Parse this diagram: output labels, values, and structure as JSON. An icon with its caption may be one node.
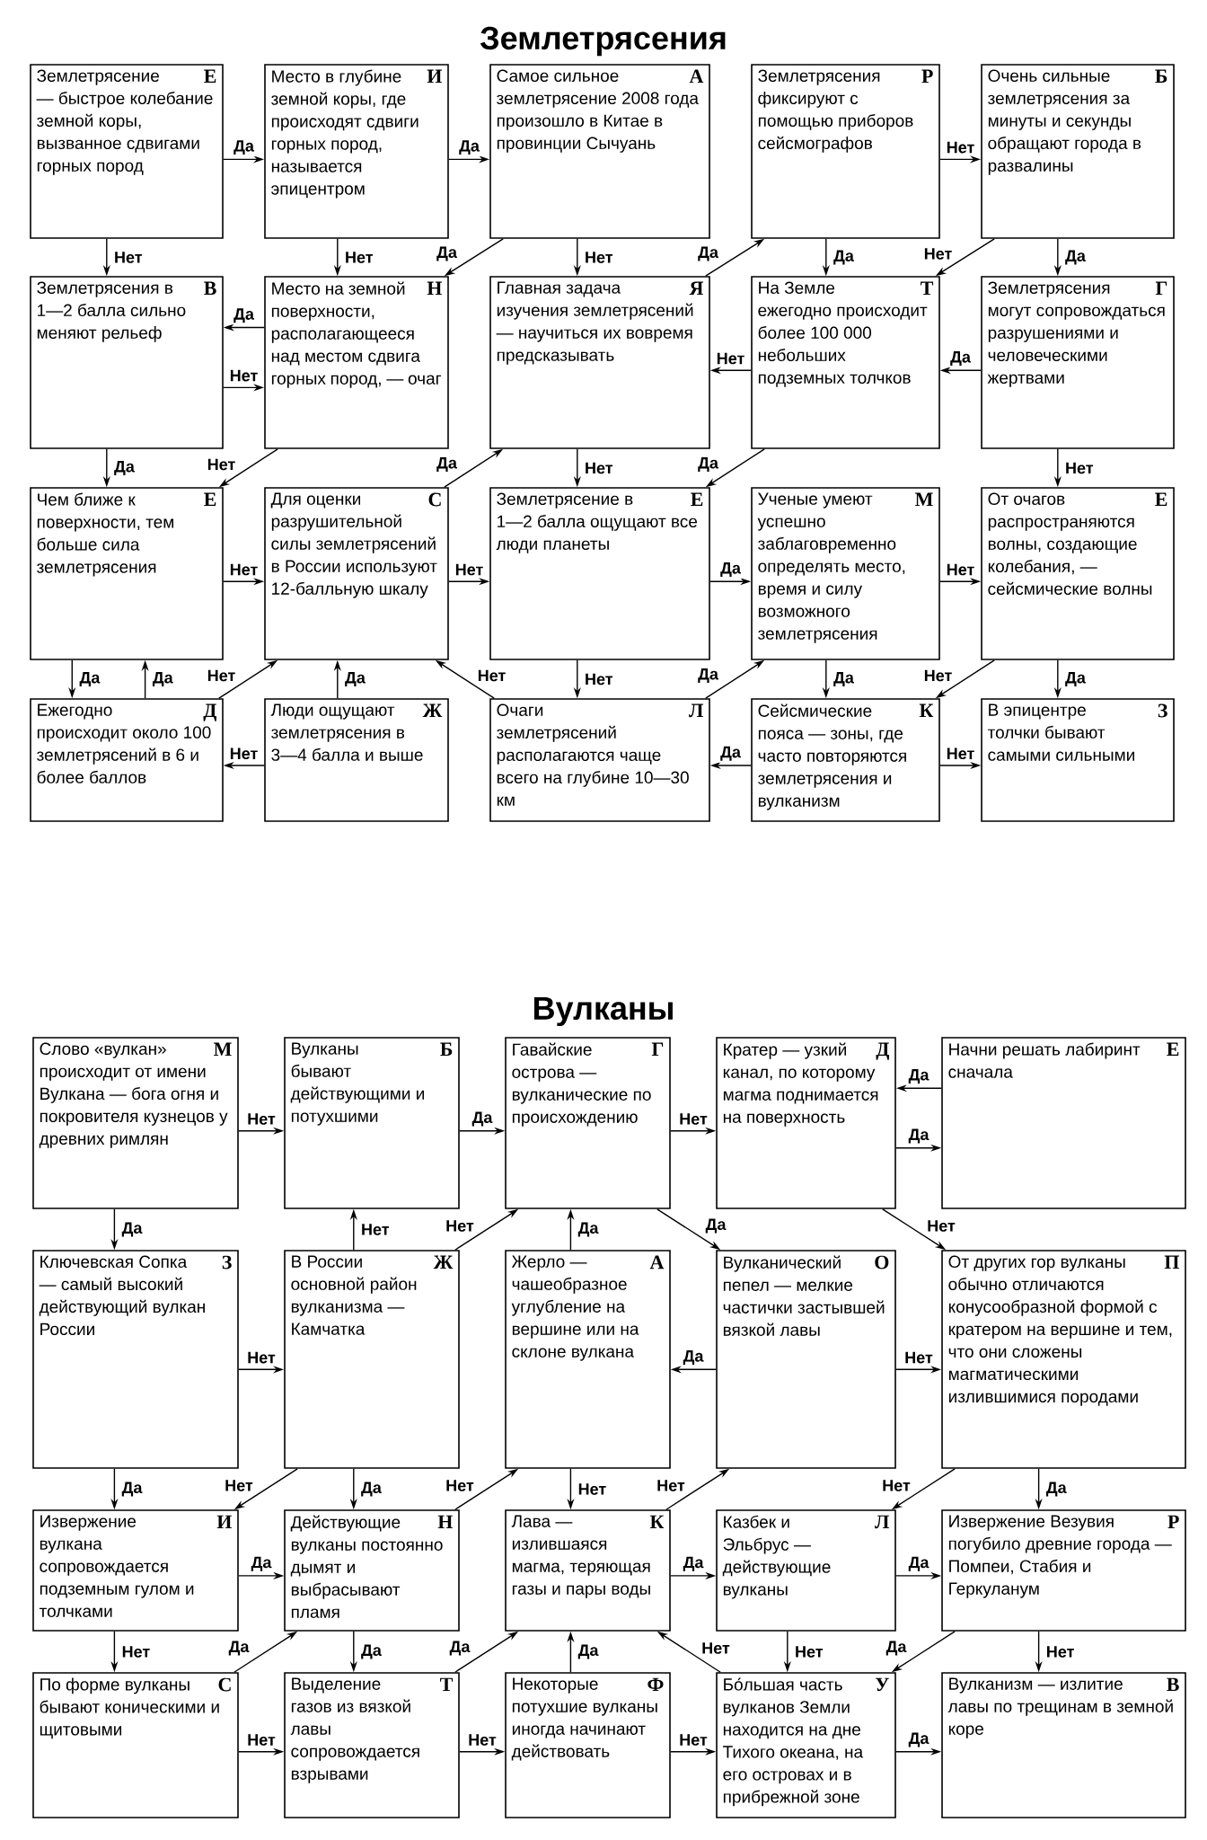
{
  "diagram": {
    "title": "Землетрясения",
    "nodes": [
      {
        "text": [
          "Землетрясение — быстрое колебание земной коры, вызванное сдвигами горных пород",
          "Е"
        ]
      },
      {
        "text": [
          "Место в глубине земной коры, где происходят сдвиги горных пород, называется эпицентром",
          "И"
        ]
      },
      {
        "text": [
          "Самое сильное землетрясение 2008 года произошло в Китае в провинции Сычуань",
          "А"
        ]
      },
      {
        "text": [
          "Землетрясения фиксируют с помощью приборов сейсмографов",
          "Р"
        ]
      },
      {
        "text": [
          "Очень сильные землетрясения за минуты и секунды обращают города в развалины",
          "Б"
        ]
      },
      {
        "text": [
          "Землетрясения в 1—2 балла сильно меняют рельеф",
          "В"
        ]
      },
      {
        "text": [
          "Место на земной поверхности, располагающееся над местом сдвига горных пород, — очаг",
          "Н"
        ]
      },
      {
        "text": [
          "Главная задача изучения землетрясений — научиться их вовремя предсказывать",
          "Я"
        ]
      },
      {
        "text": [
          "На Земле ежегодно происходит более 100 000 небольших подземных толчков",
          "Т"
        ]
      },
      {
        "text": [
          "Землетрясения могут сопровождаться разрушениями и человеческими жертвами",
          "Г"
        ]
      },
      {
        "text": [
          "Чем ближе к поверхности, тем больше сила землетрясения",
          "Е"
        ]
      },
      {
        "text": [
          "Для оценки разрушительной силы землетрясений в России используют 12-балльную шкалу",
          "С"
        ]
      },
      {
        "text": [
          "Землетрясение в 1—2 балла ощущают все люди планеты",
          "Е"
        ]
      },
      {
        "text": [
          "Ученые умеют успешно заблаговременно определять место, время и силу возможного землетрясения",
          "М"
        ]
      },
      {
        "text": [
          "От очагов распространяются волны, создающие колебания, — сейсмические волны",
          "Е"
        ]
      },
      {
        "text": [
          "Ежегодно происходит около 100 землетрясений в 6 и более баллов",
          "Д"
        ]
      },
      {
        "text": [
          "Люди ощущают землетрясения в 3—4 балла и выше",
          "Ж"
        ]
      },
      {
        "text": [
          "Очаги землетрясений располагаются чаще всего на глубине 10—30 км",
          "Л"
        ]
      },
      {
        "text": [
          "Сейсмические пояса — зоны, где часто повторяются землетрясения и вулканизм",
          "К"
        ]
      },
      {
        "text": [
          "В эпицентре толчки бывают самыми сильными",
          "З"
        ]
      },
      {
        "text": [
          "Слово «вулкан» происходит от имени Вулкана — бога огня и покровителя кузнецов у древних римлян",
          "М"
        ]
      },
      {
        "text": [
          "Вулканы бывают действующими и потухшими",
          "Б"
        ]
      },
      {
        "text": [
          "Гавайские острова — вулканические по происхождению",
          "Г"
        ]
      },
      {
        "text": [
          "Кратер — узкий канал, по которому магма поднимается на поверхность",
          "Д"
        ]
      },
      {
        "text": [
          "Начни решать лабиринт сначала",
          "Е"
        ]
      },
      {
        "text": [
          "Ключевская Сопка — самый высокий действующий вулкан России",
          "З"
        ]
      },
      {
        "text": [
          "В России основной район вулканизма — Камчатка",
          "Ж"
        ]
      },
      {
        "text": [
          "Жерло — чашеобразное углубление на вершине или на склоне вулкана",
          "А"
        ]
      },
      {
        "text": [
          "Вулканический пепел — мелкие частички застывшей вязкой лавы",
          "О"
        ]
      },
      {
        "text": [
          "От других гор вулканы обычно отличаются конусообразной формой с кратером на вершине и тем, что они сложены магматическими излившимися породами",
          "П"
        ]
      },
      {
        "text": [
          "Извержение вулкана сопровождается подземным гулом и толчками",
          "И"
        ]
      },
      {
        "text": [
          "Действующие вулканы постоянно дымят и выбрасывают пламя",
          "Н"
        ]
      },
      {
        "text": [
          "Лава — излившаяся магма, теряющая газы и пары воды",
          "К"
        ]
      },
      {
        "text": [
          "Казбек и Эльбрус — действующие вулканы",
          "Л"
        ]
      },
      {
        "text": [
          "Извержение Везувия погубило древние города — Помпеи, Стабия и Геркуланум",
          "Р"
        ]
      },
      {
        "text": [
          "По форме вулканы бывают коническими и щитовыми",
          "С"
        ]
      },
      {
        "text": [
          "Выделение газов из вязкой лавы сопровождается взрывами",
          "Т"
        ]
      },
      {
        "text": [
          "Некоторые потухшие вулканы иногда начинают действовать",
          "Ф"
        ]
      },
      {
        "text": [
          "Бо́льшая часть вулканов Земли находится на дне Тихого океана, на его островах и в прибрежной зоне",
          "У"
        ]
      },
      {
        "text": [
          "Вулканизм — излитие лавы по трещинам в земной коре",
          "В"
        ]
      }
    ],
    "edges": [
      {
        "from": 0,
        "to": 1,
        "arrow": "to",
        "label": "Да"
      },
      {
        "from": 1,
        "to": 2,
        "arrow": "to",
        "label": "Да"
      },
      {
        "from": 0,
        "to": 5,
        "arrow": "to",
        "label": "Нет"
      },
      {
        "from": 1,
        "to": 6,
        "arrow": "to",
        "label": "Нет"
      },
      {
        "from": 2,
        "to": 6,
        "arrow": "to",
        "label": "Да"
      },
      {
        "from": 2,
        "to": 7,
        "arrow": "to",
        "label": "Нет"
      },
      {
        "from": 7,
        "to": 3,
        "arrow": "to",
        "label": "Да"
      },
      {
        "from": 3,
        "to": 4,
        "arrow": "to",
        "label": "Нет"
      },
      {
        "from": 3,
        "to": 8,
        "arrow": "to",
        "label": "Да"
      },
      {
        "from": 4,
        "to": 8,
        "arrow": "to",
        "label": "Нет"
      },
      {
        "from": 4,
        "to": 9,
        "arrow": "to",
        "label": "Да"
      },
      {
        "from": 6,
        "to": 5,
        "arrow": "to",
        "label": "Да"
      },
      {
        "from": 5,
        "to": 6,
        "arrow": "to",
        "label": "Нет"
      },
      {
        "from": 8,
        "to": 7,
        "arrow": "to",
        "label": "Нет"
      },
      {
        "from": 9,
        "to": 8,
        "arrow": "to",
        "label": "Да"
      },
      {
        "from": 5,
        "to": 10,
        "arrow": "to",
        "label": "Да"
      },
      {
        "from": 6,
        "to": 10,
        "arrow": "to",
        "label": "Нет"
      },
      {
        "from": 11,
        "to": 7,
        "arrow": "to",
        "label": "Да"
      },
      {
        "from": 7,
        "to": 12,
        "arrow": "to",
        "label": "Нет"
      },
      {
        "from": 8,
        "to": 12,
        "arrow": "to",
        "label": "Да"
      },
      {
        "from": 9,
        "to": 14,
        "arrow": "to",
        "label": "Нет"
      },
      {
        "from": 10,
        "to": 11,
        "arrow": "to",
        "label": "Нет"
      },
      {
        "from": 11,
        "to": 12,
        "arrow": "to",
        "label": "Нет"
      },
      {
        "from": 12,
        "to": 13,
        "arrow": "to",
        "label": "Да"
      },
      {
        "from": 13,
        "to": 14,
        "arrow": "to",
        "label": "Нет"
      },
      {
        "from": 10,
        "to": 15,
        "arrow": "to",
        "label": "Да"
      },
      {
        "from": 15,
        "to": 10,
        "arrow": "to",
        "label": "Да"
      },
      {
        "from": 15,
        "to": 11,
        "arrow": "to",
        "label": "Нет"
      },
      {
        "from": 16,
        "to": 11,
        "arrow": "to",
        "label": "Да"
      },
      {
        "from": 17,
        "to": 11,
        "arrow": "to",
        "label": "Нет"
      },
      {
        "from": 12,
        "to": 17,
        "arrow": "to",
        "label": "Нет"
      },
      {
        "from": 17,
        "to": 13,
        "arrow": "to",
        "label": "Да"
      },
      {
        "from": 13,
        "to": 18,
        "arrow": "to",
        "label": "Да"
      },
      {
        "from": 14,
        "to": 18,
        "arrow": "to",
        "label": "Нет"
      },
      {
        "from": 14,
        "to": 19,
        "arrow": "to",
        "label": "Да"
      },
      {
        "from": 16,
        "to": 15,
        "arrow": "to",
        "label": "Нет"
      },
      {
        "from": 18,
        "to": 17,
        "arrow": "to",
        "label": "Да"
      },
      {
        "from": 18,
        "to": 19,
        "arrow": "to",
        "label": "Нет"
      },
      {
        "from": 20,
        "to": 21,
        "arrow": "to",
        "label": "Нет"
      },
      {
        "from": 21,
        "to": 22,
        "arrow": "to",
        "label": "Да"
      },
      {
        "from": 22,
        "to": 23,
        "arrow": "to",
        "label": "Нет"
      },
      {
        "from": 24,
        "to": 23,
        "arrow": "to",
        "label": "Да"
      },
      {
        "from": 23,
        "to": 24,
        "arrow": "to",
        "label": "Да"
      },
      {
        "from": 20,
        "to": 25,
        "arrow": "to",
        "label": "Да"
      },
      {
        "from": 26,
        "to": 21,
        "arrow": "to",
        "label": "Нет"
      },
      {
        "from": 26,
        "to": 22,
        "arrow": "to",
        "label": "Нет"
      },
      {
        "from": 27,
        "to": 22,
        "arrow": "to",
        "label": "Да"
      },
      {
        "from": 22,
        "to": 28,
        "arrow": "to",
        "label": "Да"
      },
      {
        "from": 23,
        "to": 29,
        "arrow": "to",
        "label": "Нет"
      },
      {
        "from": 25,
        "to": 26,
        "arrow": "to",
        "label": "Нет"
      },
      {
        "from": 28,
        "to": 27,
        "arrow": "to",
        "label": "Да"
      },
      {
        "from": 28,
        "to": 29,
        "arrow": "to",
        "label": "Нет"
      },
      {
        "from": 25,
        "to": 30,
        "arrow": "to",
        "label": "Да"
      },
      {
        "from": 26,
        "to": 30,
        "arrow": "to",
        "label": "Нет"
      },
      {
        "from": 26,
        "to": 31,
        "arrow": "to",
        "label": "Да"
      },
      {
        "from": 31,
        "to": 27,
        "arrow": "to",
        "label": "Нет"
      },
      {
        "from": 27,
        "to": 32,
        "arrow": "to",
        "label": "Нет"
      },
      {
        "from": 32,
        "to": 28,
        "arrow": "to",
        "label": "Нет"
      },
      {
        "from": 29,
        "to": 33,
        "arrow": "to",
        "label": "Нет"
      },
      {
        "from": 29,
        "to": 34,
        "arrow": "to",
        "label": "Да"
      },
      {
        "from": 30,
        "to": 31,
        "arrow": "to",
        "label": "Да"
      },
      {
        "from": 32,
        "to": 33,
        "arrow": "to",
        "label": "Да"
      },
      {
        "from": 33,
        "to": 34,
        "arrow": "to",
        "label": "Да"
      },
      {
        "from": 30,
        "to": 35,
        "arrow": "to",
        "label": "Нет"
      },
      {
        "from": 35,
        "to": 31,
        "arrow": "to",
        "label": "Да"
      },
      {
        "from": 31,
        "to": 36,
        "arrow": "to",
        "label": "Да"
      },
      {
        "from": 36,
        "to": 32,
        "arrow": "to",
        "label": "Да"
      },
      {
        "from": 37,
        "to": 32,
        "arrow": "to",
        "label": "Да"
      },
      {
        "from": 38,
        "to": 32,
        "arrow": "to",
        "label": "Нет"
      },
      {
        "from": 33,
        "to": 38,
        "arrow": "to",
        "label": "Нет"
      },
      {
        "from": 34,
        "to": 38,
        "arrow": "to",
        "label": "Да"
      },
      {
        "from": 34,
        "to": 39,
        "arrow": "to",
        "label": "Нет"
      },
      {
        "from": 35,
        "to": 36,
        "arrow": "to",
        "label": "Нет"
      },
      {
        "from": 36,
        "to": 37,
        "arrow": "to",
        "label": "Нет"
      },
      {
        "from": 37,
        "to": 38,
        "arrow": "to",
        "label": "Нет"
      },
      {
        "from": 38,
        "to": 39,
        "arrow": "to",
        "label": "Да"
      }
    ],
    "labels": [
      "Вулканы"
    ]
  }
}
